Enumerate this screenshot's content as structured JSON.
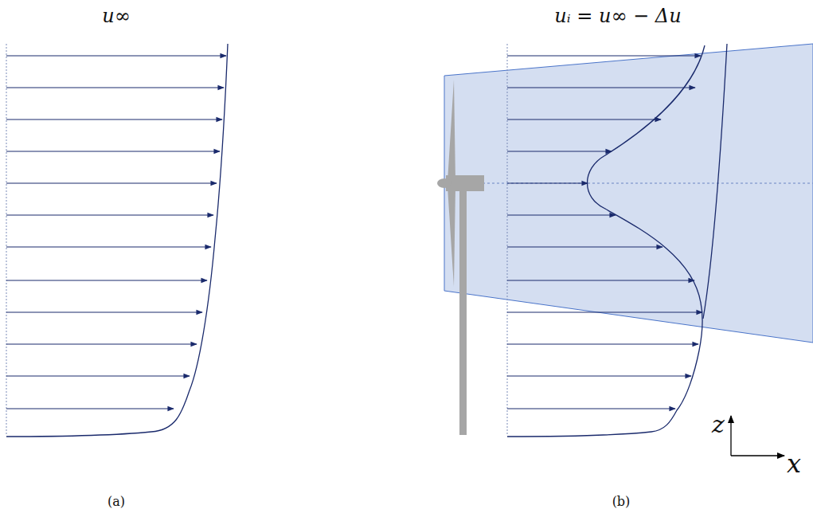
{
  "diagram": {
    "labels": [
      "u∞",
      "uᵢ = u∞ − Δu",
      "z",
      "x",
      "(a)",
      "(b)"
    ]
  }
}
